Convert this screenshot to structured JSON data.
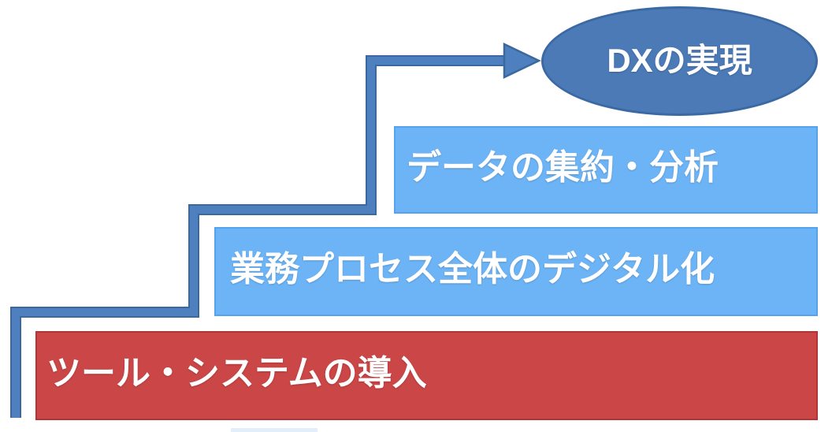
{
  "goal": {
    "label": "DXの実現"
  },
  "steps": [
    {
      "label": "ツール・システムの導入"
    },
    {
      "label": "業務プロセス全体のデジタル化"
    },
    {
      "label": "データの集約・分析"
    }
  ],
  "colors": {
    "goal_fill": "#4b7ab6",
    "goal_border": "#3a69a3",
    "step_blue_fill": "#6db4f6",
    "step_blue_border": "#55a2ee",
    "step_red_fill": "#cb4646",
    "step_red_border": "#b23434",
    "arrow_fill": "#4e7fbe",
    "arrow_border": "#3a689f",
    "text": "#ffffff"
  }
}
